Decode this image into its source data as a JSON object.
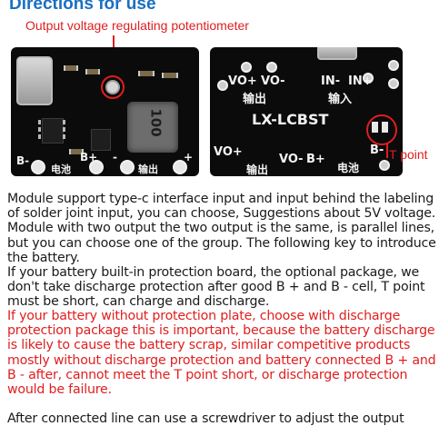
{
  "header": {
    "title": "Directions for use",
    "pot_label": "Output voltage regulating potentiometer",
    "tpoint_label": "T point"
  },
  "left_board": {
    "inductor_text": "100",
    "labels": [
      "B-",
      "电池",
      "B+",
      "-",
      "输出",
      "+"
    ]
  },
  "right_board": {
    "top_labels": [
      "VO+",
      "VO-",
      "IN-",
      "IN+"
    ],
    "top_cn": [
      "输出",
      "输入"
    ],
    "model": "LX-LCBST",
    "bottom_labels": [
      "VO+",
      "输出",
      "VO-",
      "B+",
      "电池",
      "B-"
    ]
  },
  "colors": {
    "title": "#1b6fc1",
    "annotation": "#e01e1e",
    "warning": "#e01e1e",
    "body": "#1a1a1a"
  },
  "text": {
    "lines_black_1": [
      "Module support type-c interface input and input behind the labeling",
      "of solder joint input, you can choose, Suggestions about 5V voltage.",
      "Module with two output the two output is the same, is parallel lines,",
      "but you can choose one of the group. The following key to introduce",
      "the battery.",
      "If your battery built-in protection board, the optional package, we",
      "don't take discharge protection after good B + and B - cell, T point",
      "must be short, can charge and discharge."
    ],
    "lines_red": [
      "If your battery without protection plate, choose with discharge",
      "protection package this is important, because the battery discharge",
      "is likely to cause the battery scrap, similar competitive products",
      "mostly without discharge protection and battery connected B + and",
      "B - after, cannot meet the T point short, or discharge protection",
      "would be failure."
    ],
    "lines_black_2": [
      "After connected line can use a screwdriver to adjust the output"
    ]
  }
}
